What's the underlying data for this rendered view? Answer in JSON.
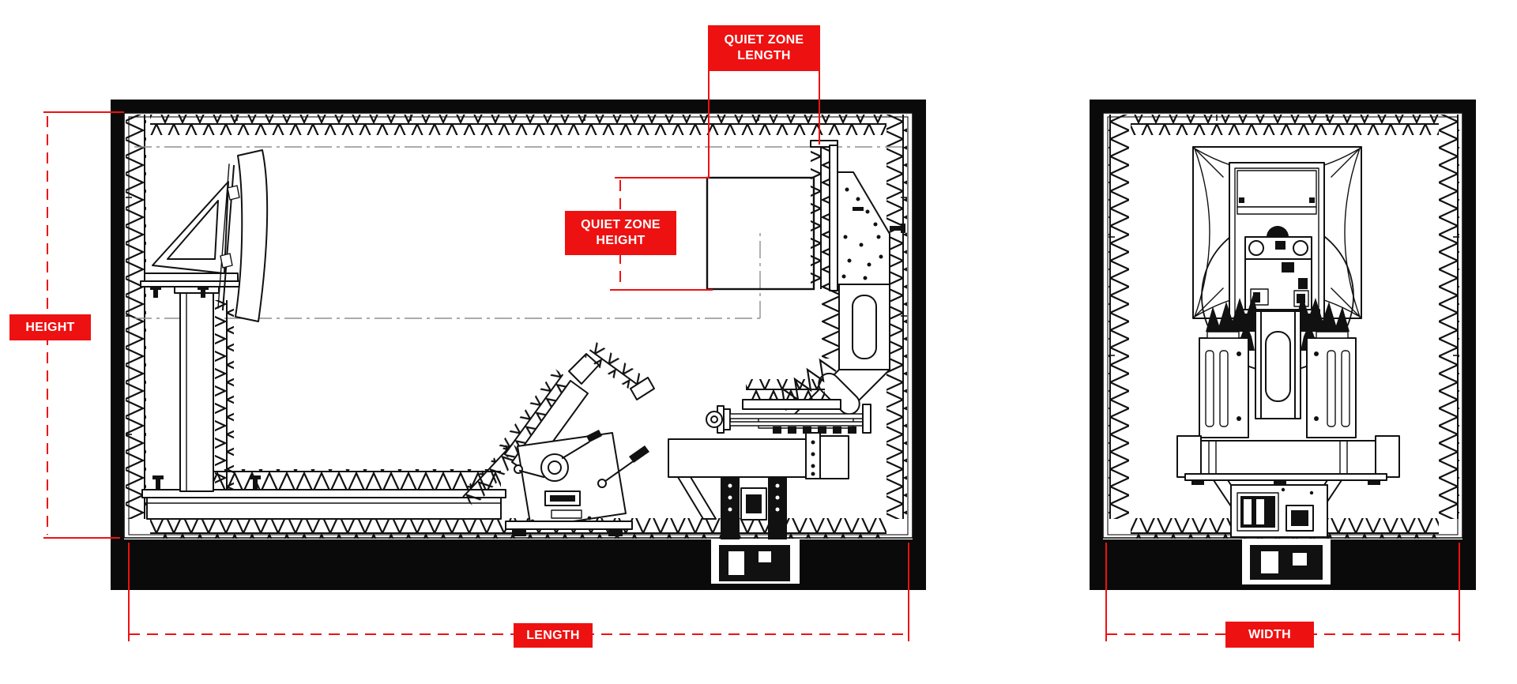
{
  "colors": {
    "dimension_red": "#ee1111",
    "line_black": "#111111",
    "centerline_gray": "#8f8f8f",
    "background": "#ffffff"
  },
  "labels": {
    "quiet_zone_length": {
      "line1": "QUIET ZONE",
      "line2": "LENGTH"
    },
    "quiet_zone_height": {
      "line1": "QUIET ZONE",
      "line2": "HEIGHT"
    },
    "height": "HEIGHT",
    "length": "LENGTH",
    "width": "WIDTH"
  }
}
